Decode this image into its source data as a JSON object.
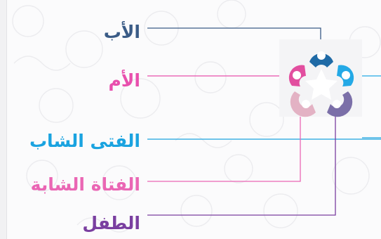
{
  "members": [
    {
      "key": "father",
      "label": "الأب",
      "color": "#3a5b86"
    },
    {
      "key": "mother",
      "label": "الأم",
      "color": "#e84fad"
    },
    {
      "key": "young_man",
      "label": "الفتى الشاب",
      "color": "#1aa3e0"
    },
    {
      "key": "young_woman",
      "label": "الفتاة الشابة",
      "color": "#ea66b4"
    },
    {
      "key": "child",
      "label": "الطفل",
      "color": "#7a3fa0"
    }
  ],
  "logo_colors": {
    "top": "#1f6aa6",
    "right": "#24a9e6",
    "bottom_right": "#7b6fa8",
    "bottom_left": "#e3b2c4",
    "left": "#e24e9f"
  }
}
